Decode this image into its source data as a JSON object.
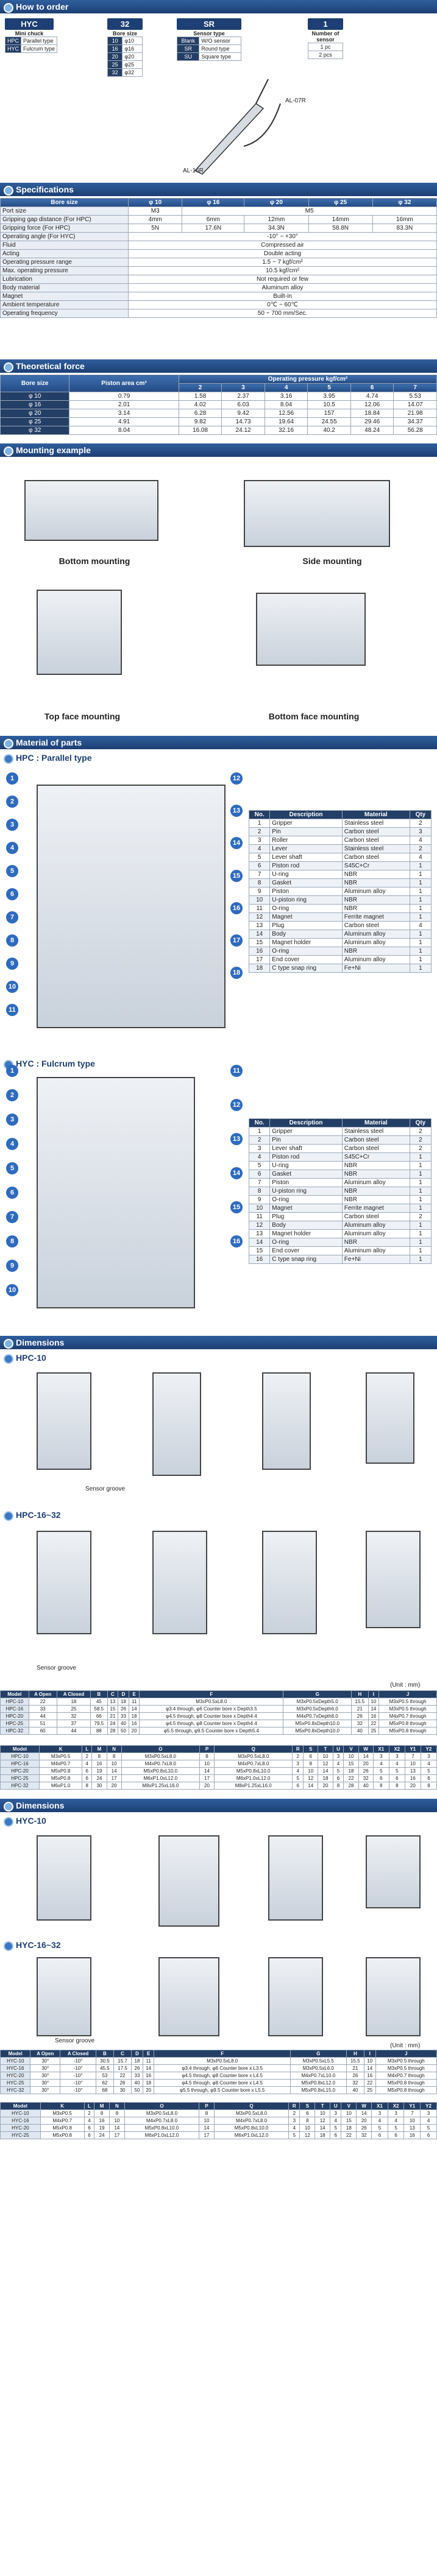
{
  "order": {
    "bar": "How to order",
    "code1": "HYC",
    "code2": "32",
    "code3": "SR",
    "code4": "1",
    "mini_title": "Mini chuck",
    "mini": [
      [
        "HPC",
        "Parallel type"
      ],
      [
        "HYC",
        "Fulcrum type"
      ]
    ],
    "bore_title": "Bore size",
    "bore": [
      [
        "10",
        "φ10"
      ],
      [
        "16",
        "φ16"
      ],
      [
        "20",
        "φ20"
      ],
      [
        "25",
        "φ25"
      ],
      [
        "32",
        "φ32"
      ]
    ],
    "sensor_title": "Sensor type",
    "sensor": [
      [
        "Blank",
        "W/O sensor"
      ],
      [
        "SR",
        "Round type"
      ],
      [
        "SU",
        "Square type"
      ]
    ],
    "num_title": "Number of sensor",
    "num": [
      "1 pc",
      "2 pcs"
    ],
    "lbl_a": "AL-07R",
    "lbl_b": "AL-16R"
  },
  "spec": {
    "bar": "Specifications",
    "head": [
      "Bore size",
      "φ 10",
      "φ 16",
      "φ 20",
      "φ 25",
      "φ 32"
    ],
    "rows": [
      [
        "Port size",
        "M3",
        "M5"
      ],
      [
        "Gripping gap distance (For HPC)",
        "4mm",
        "6mm",
        "12mm",
        "14mm",
        "16mm"
      ],
      [
        "Gripping force (For HPC)",
        "5N",
        "17.6N",
        "34.3N",
        "58.8N",
        "83.3N"
      ],
      [
        "Operating angle (For HYC)",
        "-10° ~ +30°"
      ],
      [
        "Fluid",
        "Compressed air"
      ],
      [
        "Acting",
        "Double acting"
      ],
      [
        "Operating pressure range",
        "1.5 ~ 7 kgf/cm²"
      ],
      [
        "Max. operating pressure",
        "10.5 kgf/cm²"
      ],
      [
        "Lubrication",
        "Not required or few"
      ],
      [
        "Body material",
        "Aluminum alloy"
      ],
      [
        "Magnet",
        "Built-in"
      ],
      [
        "Ambient temperature",
        "0℃ ~ 60℃"
      ],
      [
        "Operating frequency",
        "50 ~ 700 mm/Sec."
      ]
    ]
  },
  "force": {
    "bar": "Theoretical force",
    "h1": "Bore size",
    "h2": "Piston area cm²",
    "h3": "Operating pressure  kgf/cm²",
    "press": [
      "2",
      "3",
      "4",
      "5",
      "6",
      "7"
    ],
    "rows": [
      [
        "φ 10",
        "0.79",
        "1.58",
        "2.37",
        "3.16",
        "3.95",
        "4.74",
        "5.53"
      ],
      [
        "φ 16",
        "2.01",
        "4.02",
        "6.03",
        "8.04",
        "10.5",
        "12.06",
        "14.07"
      ],
      [
        "φ 20",
        "3.14",
        "6.28",
        "9.42",
        "12.56",
        "157",
        "18.84",
        "21.98"
      ],
      [
        "φ 25",
        "4.91",
        "9.82",
        "14.73",
        "19.64",
        "24.55",
        "29.46",
        "34.37"
      ],
      [
        "φ 32",
        "8.04",
        "16.08",
        "24.12",
        "32.16",
        "40.2",
        "48.24",
        "56.28"
      ]
    ]
  },
  "mount": {
    "bar": "Mounting example",
    "cap": [
      "Bottom mounting",
      "Side mounting",
      "Top face mounting",
      "Bottom face mounting"
    ]
  },
  "material": {
    "bar": "Material of parts",
    "hpc_title": "HPC : Parallel type",
    "hyc_title": "HYC : Fulcrum type",
    "head": [
      "No.",
      "Description",
      "Material",
      "Qty"
    ],
    "hpc": [
      [
        "1",
        "Gripper",
        "Stainless steel",
        "2"
      ],
      [
        "2",
        "Pin",
        "Carbon steel",
        "3"
      ],
      [
        "3",
        "Roller",
        "Carbon steel",
        "4"
      ],
      [
        "4",
        "Lever",
        "Stainless steel",
        "2"
      ],
      [
        "5",
        "Lever shaft",
        "Carbon steel",
        "4"
      ],
      [
        "6",
        "Piston rod",
        "S45C+Cr",
        "1"
      ],
      [
        "7",
        "U-ring",
        "NBR",
        "1"
      ],
      [
        "8",
        "Gasket",
        "NBR",
        "1"
      ],
      [
        "9",
        "Piston",
        "Aluminum alloy",
        "1"
      ],
      [
        "10",
        "U-piston ring",
        "NBR",
        "1"
      ],
      [
        "11",
        "O-ring",
        "NBR",
        "1"
      ],
      [
        "12",
        "Magnet",
        "Ferrite magnet",
        "1"
      ],
      [
        "13",
        "Plug",
        "Carbon steel",
        "4"
      ],
      [
        "14",
        "Body",
        "Aluminum alloy",
        "1"
      ],
      [
        "15",
        "Magnet holder",
        "Aluminum alloy",
        "1"
      ],
      [
        "16",
        "O-ring",
        "NBR",
        "1"
      ],
      [
        "17",
        "End cover",
        "Aluminum alloy",
        "1"
      ],
      [
        "18",
        "C type snap ring",
        "Fe+Ni",
        "1"
      ]
    ],
    "hyc": [
      [
        "1",
        "Gripper",
        "Stainless steel",
        "2"
      ],
      [
        "2",
        "Pin",
        "Carbon steel",
        "2"
      ],
      [
        "3",
        "Lever shaft",
        "Carbon steel",
        "2"
      ],
      [
        "4",
        "Piston rod",
        "S45C+Cr",
        "1"
      ],
      [
        "5",
        "U-ring",
        "NBR",
        "1"
      ],
      [
        "6",
        "Gasket",
        "NBR",
        "1"
      ],
      [
        "7",
        "Piston",
        "Aluminum alloy",
        "1"
      ],
      [
        "8",
        "U-piston ring",
        "NBR",
        "1"
      ],
      [
        "9",
        "O-ring",
        "NBR",
        "1"
      ],
      [
        "10",
        "Magnet",
        "Ferrite magnet",
        "1"
      ],
      [
        "11",
        "Plug",
        "Carbon steel",
        "2"
      ],
      [
        "12",
        "Body",
        "Aluminum alloy",
        "1"
      ],
      [
        "13",
        "Magnet holder",
        "Aluminum alloy",
        "1"
      ],
      [
        "14",
        "O-ring",
        "NBR",
        "1"
      ],
      [
        "15",
        "End cover",
        "Aluminum alloy",
        "1"
      ],
      [
        "16",
        "C type snap ring",
        "Fe+Ni",
        "1"
      ]
    ]
  },
  "dim1": {
    "bar": "Dimensions",
    "t10": "HPC-10",
    "t16": "HPC-16~32",
    "groove": "Sensor groove",
    "unit": "(Unit : mm)",
    "h1": [
      "Model",
      "A Open",
      "A Closed",
      "B",
      "C",
      "D",
      "E",
      "F",
      "G",
      "H",
      "I",
      "J"
    ],
    "r1": [
      [
        "HPC-10",
        "22",
        "18",
        "45",
        "13",
        "18",
        "11",
        "M3xP0.5xL8.0",
        "M3xP0.5xDepth5.0",
        "15.5",
        "10",
        "M3xP0.5 through"
      ],
      [
        "HPC-16",
        "33",
        "25",
        "58.5",
        "15",
        "26",
        "14",
        "φ3.4 through, φ6 Counter bore x Depth3.5",
        "M3xP0.5xDepth6.0",
        "21",
        "14",
        "M3xP0.5 through"
      ],
      [
        "HPC-20",
        "44",
        "32",
        "66",
        "21",
        "33",
        "18",
        "φ4.5 through, φ8 Counter bore x Depth4.4",
        "M4xP0.7xDepth8.0",
        "26",
        "16",
        "M4xP0.7 through"
      ],
      [
        "HPC-25",
        "51",
        "37",
        "79.5",
        "24",
        "40",
        "16",
        "φ4.5 through, φ8 Counter bore x Depth4.4",
        "M5xP0.8xDepth10.0",
        "32",
        "22",
        "M5xP0.8 through"
      ],
      [
        "HPC-32",
        "60",
        "44",
        "88",
        "28",
        "50",
        "20",
        "φ5.5 through, φ9.5 Counter bore x Depth5.4",
        "M5xP0.8xDepth10.0",
        "40",
        "25",
        "M5xP0.8 through"
      ]
    ],
    "h2": [
      "Model",
      "K",
      "L",
      "M",
      "N",
      "O",
      "P",
      "Q",
      "R",
      "S",
      "T",
      "U",
      "V",
      "W",
      "X1",
      "X2",
      "Y1",
      "Y2"
    ],
    "r2": [
      [
        "HPC-10",
        "M3xP0.5",
        "2",
        "8",
        "8",
        "M3xP0.5xL8.0",
        "8",
        "M3xP0.5xL8.0",
        "2",
        "6",
        "10",
        "3",
        "10",
        "14",
        "3",
        "3",
        "7",
        "3"
      ],
      [
        "HPC-16",
        "M4xP0.7",
        "4",
        "16",
        "10",
        "M4xP0.7xL8.0",
        "10",
        "M4xP0.7xL8.0",
        "3",
        "8",
        "12",
        "4",
        "15",
        "20",
        "4",
        "4",
        "10",
        "4"
      ],
      [
        "HPC-20",
        "M5xP0.8",
        "6",
        "19",
        "14",
        "M5xP0.8xL10.0",
        "14",
        "M5xP0.8xL10.0",
        "4",
        "10",
        "14",
        "5",
        "18",
        "26",
        "5",
        "5",
        "13",
        "5"
      ],
      [
        "HPC-25",
        "M5xP0.8",
        "6",
        "24",
        "17",
        "M6xP1.0xL12.0",
        "17",
        "M6xP1.0xL12.0",
        "5",
        "12",
        "18",
        "6",
        "22",
        "32",
        "6",
        "6",
        "16",
        "6"
      ],
      [
        "HPC-32",
        "M6xP1.0",
        "8",
        "30",
        "20",
        "M8xP1.25xL16.0",
        "20",
        "M8xP1.25xL16.0",
        "6",
        "14",
        "20",
        "8",
        "28",
        "40",
        "8",
        "8",
        "20",
        "8"
      ]
    ]
  },
  "dim2": {
    "bar": "Dimensions",
    "t10": "HYC-10",
    "t16": "HYC-16~32",
    "groove": "Sensor groove",
    "unit": "(Unit : mm)",
    "h1": [
      "Model",
      "A Open",
      "A Closed",
      "B",
      "C",
      "D",
      "E",
      "F",
      "G",
      "H",
      "I",
      "J"
    ],
    "r1": [
      [
        "HYC-10",
        "30°",
        "-10°",
        "30.5",
        "15.7",
        "18",
        "11",
        "M3xP0.5xL8.0",
        "M3xP0.5xL5.5",
        "15.5",
        "10",
        "M3xP0.5 through"
      ],
      [
        "HYC-16",
        "30°",
        "-10°",
        "45.5",
        "17.5",
        "26",
        "14",
        "φ3.4 through, φ6 Counter bore x L3.5",
        "M3xP0.5xL6.0",
        "21",
        "14",
        "M3xP0.5 through"
      ],
      [
        "HYC-20",
        "30°",
        "-10°",
        "53",
        "22",
        "33",
        "16",
        "φ4.5 through, φ8 Counter bore x L4.5",
        "M4xP0.7xL10.0",
        "26",
        "16",
        "M4xP0.7 through"
      ],
      [
        "HYC-25",
        "30°",
        "-10°",
        "62",
        "26",
        "40",
        "18",
        "φ4.5 through, φ8 Counter bore x L4.5",
        "M5xP0.8xL12.0",
        "32",
        "22",
        "M5xP0.8 through"
      ],
      [
        "HYC-32",
        "30°",
        "-10°",
        "68",
        "30",
        "50",
        "20",
        "φ5.5 through, φ9.5 Counter bore x L5.5",
        "M5xP0.8xL15.0",
        "40",
        "25",
        "M5xP0.8 through"
      ]
    ],
    "h2": [
      "Model",
      "K",
      "L",
      "M",
      "N",
      "O",
      "P",
      "Q",
      "R",
      "S",
      "T",
      "U",
      "V",
      "W",
      "X1",
      "X2",
      "Y1",
      "Y2"
    ],
    "r2": [
      [
        "HYC-10",
        "M3xP0.5",
        "2",
        "8",
        "8",
        "M3xP0.5xL8.0",
        "8",
        "M3xP0.5xL8.0",
        "2",
        "6",
        "10",
        "3",
        "10",
        "14",
        "3",
        "3",
        "7",
        "3"
      ],
      [
        "HYC-16",
        "M4xP0.7",
        "4",
        "16",
        "10",
        "M4xP0.7xL8.0",
        "10",
        "M4xP0.7xL8.0",
        "3",
        "8",
        "12",
        "4",
        "15",
        "20",
        "4",
        "4",
        "10",
        "4"
      ],
      [
        "HYC-20",
        "M5xP0.8",
        "6",
        "19",
        "14",
        "M5xP0.8xL10.0",
        "14",
        "M5xP0.8xL10.0",
        "4",
        "10",
        "14",
        "5",
        "18",
        "26",
        "5",
        "5",
        "13",
        "5"
      ],
      [
        "HYC-25",
        "M5xP0.8",
        "6",
        "24",
        "17",
        "M6xP1.0xL12.0",
        "17",
        "M6xP1.0xL12.0",
        "5",
        "12",
        "18",
        "6",
        "22",
        "32",
        "6",
        "6",
        "16",
        "6"
      ]
    ]
  },
  "colors": {
    "bar": "#1d3f73",
    "accent": "#2e6bbf"
  }
}
